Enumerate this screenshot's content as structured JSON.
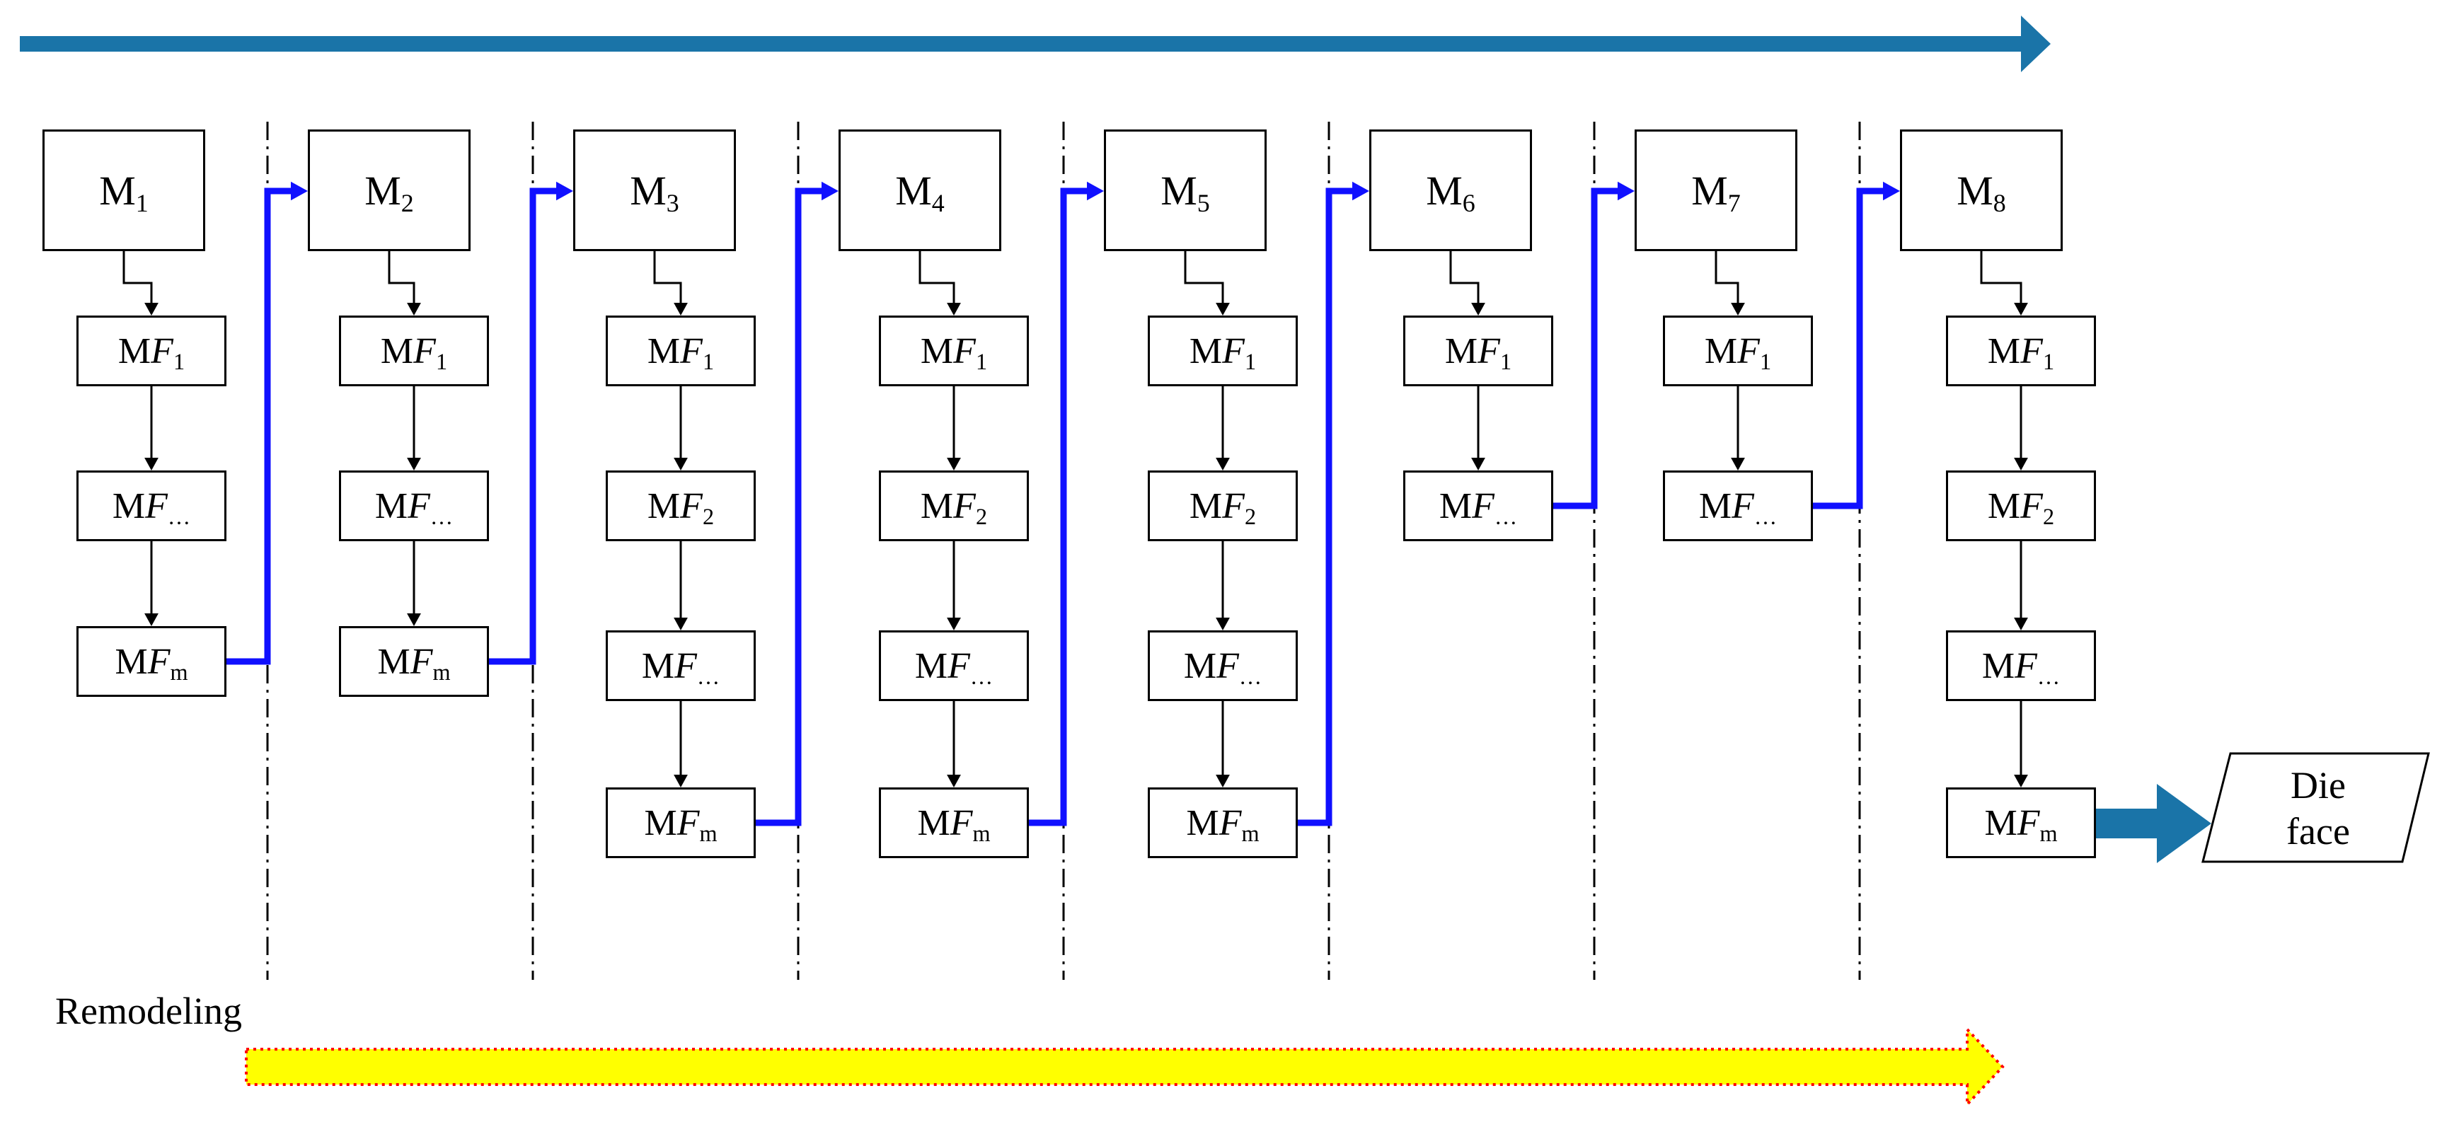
{
  "modules": [
    {
      "id": "M",
      "sub": "1",
      "features": [
        [
          "F",
          "1"
        ],
        [
          "F",
          "…"
        ],
        [
          "F",
          "m"
        ]
      ]
    },
    {
      "id": "M",
      "sub": "2",
      "features": [
        [
          "F",
          "1"
        ],
        [
          "F",
          "…"
        ],
        [
          "F",
          "m"
        ]
      ]
    },
    {
      "id": "M",
      "sub": "3",
      "features": [
        [
          "F",
          "1"
        ],
        [
          "F",
          "2"
        ],
        [
          "F",
          "…"
        ],
        [
          "F",
          "m"
        ]
      ]
    },
    {
      "id": "M",
      "sub": "4",
      "features": [
        [
          "F",
          "1"
        ],
        [
          "F",
          "2"
        ],
        [
          "F",
          "…"
        ],
        [
          "F",
          "m"
        ]
      ]
    },
    {
      "id": "M",
      "sub": "5",
      "features": [
        [
          "F",
          "1"
        ],
        [
          "F",
          "2"
        ],
        [
          "F",
          "…"
        ],
        [
          "F",
          "m"
        ]
      ]
    },
    {
      "id": "M",
      "sub": "6",
      "features": [
        [
          "F",
          "1"
        ],
        [
          "F",
          "…"
        ]
      ]
    },
    {
      "id": "M",
      "sub": "7",
      "features": [
        [
          "F",
          "1"
        ],
        [
          "F",
          "…"
        ]
      ]
    },
    {
      "id": "M",
      "sub": "8",
      "features": [
        [
          "F",
          "1"
        ],
        [
          "F",
          "2"
        ],
        [
          "F",
          "…"
        ],
        [
          "F",
          "m"
        ]
      ]
    }
  ],
  "feature_prefix": "M",
  "remodeling_label": "Remodeling",
  "output": {
    "line1": "Die",
    "line2": "face"
  },
  "colors": {
    "top_arrow": "#1a74a8",
    "flow_line": "#1010ff",
    "output_arrow": "#1a74a8",
    "remodel_fill": "#ffff00",
    "remodel_border": "#ff0000",
    "box_border": "#000000",
    "separator": "#000000"
  }
}
